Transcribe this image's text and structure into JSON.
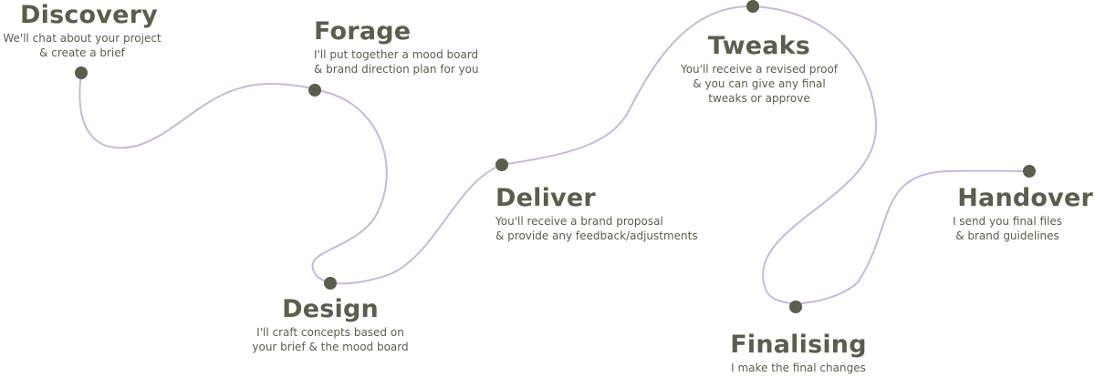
{
  "colors": {
    "text": "#5b5e4c",
    "path": "#c9b8d8",
    "dot": "#5b5e4c"
  },
  "steps": [
    {
      "id": "discovery",
      "title": "Discovery",
      "description": "We'll chat about your project\n& create a brief"
    },
    {
      "id": "forage",
      "title": "Forage",
      "description": "I'll put together a mood board\n& brand direction plan for you"
    },
    {
      "id": "design",
      "title": "Design",
      "description": "I'll craft concepts based on\nyour brief & the mood board"
    },
    {
      "id": "deliver",
      "title": "Deliver",
      "description": "You'll receive a brand proposal\n& provide any feedback/adjustments"
    },
    {
      "id": "tweaks",
      "title": "Tweaks",
      "description": "You'll receive a revised proof\n& you can give any final\ntweaks or approve"
    },
    {
      "id": "finalising",
      "title": "Finalising",
      "description": "I make the final changes"
    },
    {
      "id": "handover",
      "title": "Handover",
      "description": "I send you final files\n& brand guidelines"
    }
  ]
}
